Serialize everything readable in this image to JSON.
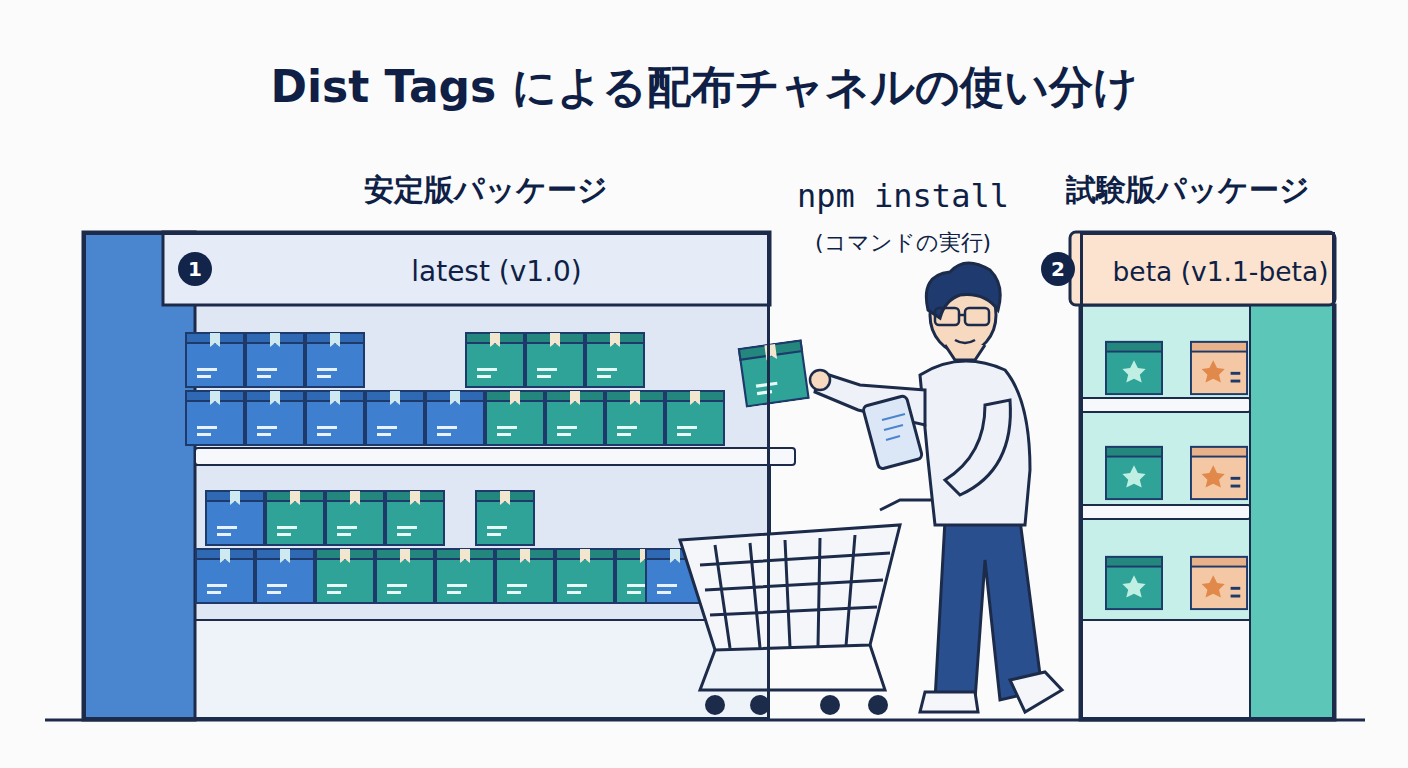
{
  "diagram": {
    "title": "Dist Tags による配布チャネルの使い分け",
    "nodes": [
      {
        "text": [
          "安定版パッケージ"
        ]
      },
      {
        "text": [
          "latest (v1.0)"
        ],
        "in": 0
      },
      {
        "text": [
          "試験版パッケージ"
        ]
      },
      {
        "text": [
          "beta (v1.1-beta)"
        ],
        "in": 2
      }
    ],
    "labels": [
      "1",
      "2",
      "npm install",
      "(コマンドの実行)"
    ]
  }
}
